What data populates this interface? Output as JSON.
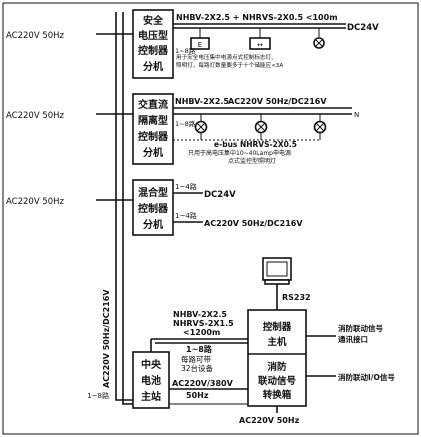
{
  "power": {
    "ac_main": "AC220V 50Hz",
    "ac_vertical": "AC220V 50Hz/DC216V"
  },
  "controllers": {
    "safety": [
      "安全",
      "电压型",
      "控制器",
      "分机"
    ],
    "isolation": [
      "交直流",
      "隔离型",
      "控制器",
      "分机"
    ],
    "mixed": [
      "混合型",
      "控制器",
      "分机"
    ],
    "central": [
      "中央",
      "电池",
      "主站"
    ],
    "main": [
      "控制器",
      "主机"
    ],
    "converter": [
      "消防",
      "联动信号",
      "转换箱"
    ]
  },
  "safety_branch": {
    "cable": "NHBV-2X2.5 + NHRVS-2X0.5 <100m",
    "voltage": "DC24V",
    "count": "1~8路",
    "note_1": "用于安全电压集中电源点式控制标志灯、",
    "note_2": "照明灯，每路灯数量要多于十个储能应<3A"
  },
  "isolation_branch": {
    "cable": "NHBV-2X2.5",
    "voltage": "AC220V 50Hz/DC216V",
    "count": "1~8路",
    "n_label": "N",
    "bus": "e-bus NHRVS-2X0.5",
    "note_1": "只用于高电压集中10~40Lamp申电源",
    "note_2": "点式监控型照明灯"
  },
  "mixed_branch": {
    "count_1": "1~4路",
    "voltage_1": "DC24V",
    "count_2": "1~4路",
    "voltage_2": "AC220V 50Hz/DC216V"
  },
  "central_branch": {
    "cable_1": "NHBV-2X2.5",
    "cable_2": "NHRVS-2X1.5",
    "length": "<1200m",
    "count": "1~8路",
    "capacity_1": "每路可带",
    "capacity_2": "32台设备",
    "out_voltage": "AC220V/380V",
    "out_freq": "50Hz",
    "left_count": "1~8路"
  },
  "host": {
    "rs232": "RS232",
    "power": "AC220V 50Hz",
    "signal_1": "消防联动信号",
    "signal_2": "通讯接口",
    "signal_io": "消防联动I/O信号"
  }
}
